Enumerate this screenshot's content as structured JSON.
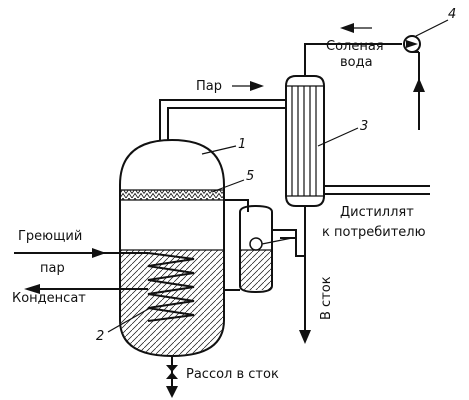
{
  "labels": {
    "salt_water_line1": "Соленая",
    "salt_water_line2": "вода",
    "steam": "Пар",
    "heating_steam_line1": "Греющий",
    "heating_steam_line2": "пар",
    "condensate": "Конденсат",
    "distillate_line1": "Дистиллят",
    "distillate_line2": "к потребителю",
    "to_drain": "В сток",
    "brine_to_drain": "Рассол в сток"
  },
  "callouts": {
    "evaporator": "1",
    "heating_coil": "2",
    "condenser": "3",
    "pump": "4",
    "separator": "5"
  }
}
